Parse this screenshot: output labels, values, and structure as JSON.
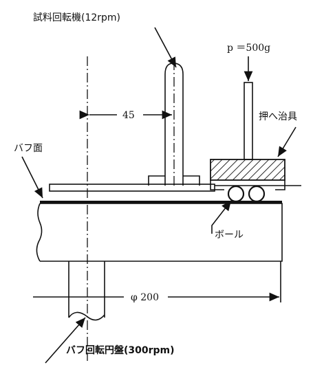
{
  "labels": {
    "specimen_rotator": "試料回転機(12rpm)",
    "load": "p ＝500g",
    "holding_jig": "押へ治具",
    "buff_surface": "バフ面",
    "ball": "ボール",
    "buff_disk": "バフ回転円盤(300rpm)",
    "dim_45": "45",
    "dim_diameter": "φ 200"
  }
}
